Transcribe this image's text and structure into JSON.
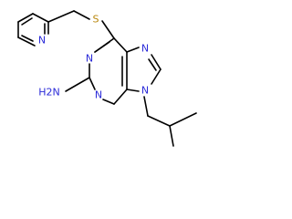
{
  "colors": {
    "nitrogen": "#2b2bd8",
    "sulfur": "#b8860b",
    "carbon": "#000000"
  },
  "atoms": {
    "S": "S",
    "N_pyridine": "N",
    "N1": "N",
    "N3": "N",
    "N7": "N",
    "N9": "N",
    "H2N": "H2N"
  }
}
